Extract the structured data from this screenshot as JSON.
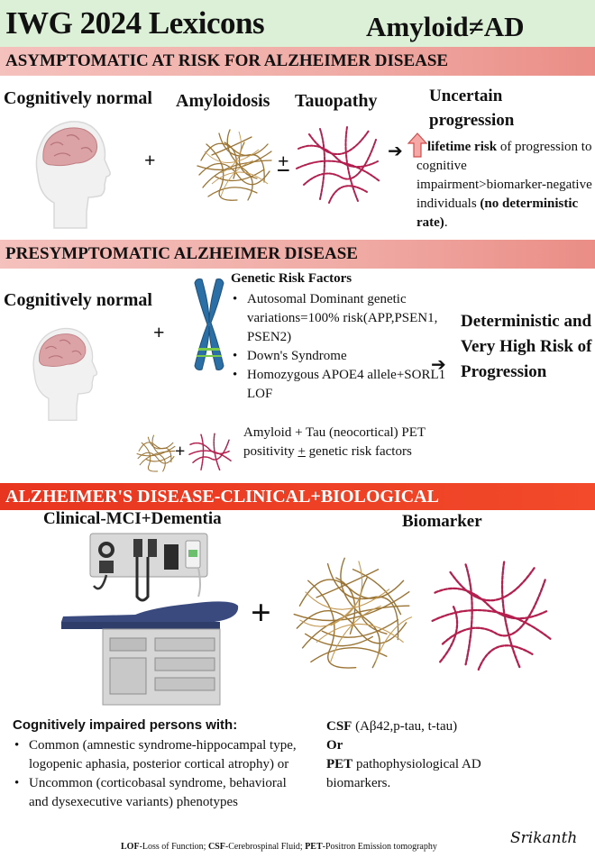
{
  "header": {
    "title": "IWG 2024 Lexicons",
    "subtitle": "Amyloid≠AD"
  },
  "section1": {
    "heading": "ASYMPTOMATIC AT RISK FOR ALZHEIMER DISEASE",
    "label_cognitive": "Cognitively normal",
    "label_amyloid": "Amyloidosis",
    "label_tau": "Tauopathy",
    "plus": "+",
    "plus_minus": "+",
    "arrow": "➔",
    "outcome_title_1": "Uncertain",
    "outcome_title_2": "progression",
    "risk_bold": "lifetime risk",
    "risk_text": "of progression to cognitive impairment>biomarker-negative individuals",
    "risk_paren": "(no deterministic rate)",
    "period": "."
  },
  "section2": {
    "heading": "PRESYMPTOMATIC ALZHEIMER DISEASE",
    "label_cognitive": "Cognitively normal",
    "plus": "+",
    "genetic_title": "Genetic Risk Factors",
    "genetic_items": [
      "Autosomal Dominant genetic variations=100% risk(APP,PSEN1, PSEN2)",
      "Down's Syndrome",
      "Homozygous APOE4 allele+SORL1 LOF"
    ],
    "arrow": "➔",
    "outcome": "Deterministic and Very High Risk of Progression",
    "small_plus": "+",
    "pet_text_a": "Amyloid + Tau (neocortical) PET positivity",
    "pet_pm": "+",
    "pet_text_b": "genetic risk factors"
  },
  "section3": {
    "heading": "ALZHEIMER'S DISEASE-CLINICAL+BIOLOGICAL",
    "label_clinical": "Clinical-MCI+Dementia",
    "label_biomarker": "Biomarker",
    "plus": "+",
    "impaired_title": "Cognitively impaired persons with:",
    "impaired_items": [
      "Common (amnestic syndrome-hippocampal type, logopenic aphasia, posterior cortical atrophy) or",
      "Uncommon (corticobasal syndrome, behavioral and dysexecutive variants) phenotypes"
    ],
    "csf_bold": "CSF",
    "csf_text": "(Aβ42,p-tau, t-tau)",
    "or": "Or",
    "pet_bold": "PET",
    "pet_text": "pathophysiological AD biomarkers."
  },
  "footer": {
    "lof_abbr": "LOF",
    "lof_def": "-Loss of Function; ",
    "csf_abbr": "CSF",
    "csf_def": "-Cerebrospinal Fluid; ",
    "pet_abbr": "PET",
    "pet_def": "-Positron Emission tomography",
    "signature": "Srikanth"
  },
  "colors": {
    "title_bg": "#dcefd7",
    "band_pink": "#f0aaa4",
    "band_red": "#e8351f",
    "amyloid": "#9a7434",
    "tau": "#b3204f"
  }
}
